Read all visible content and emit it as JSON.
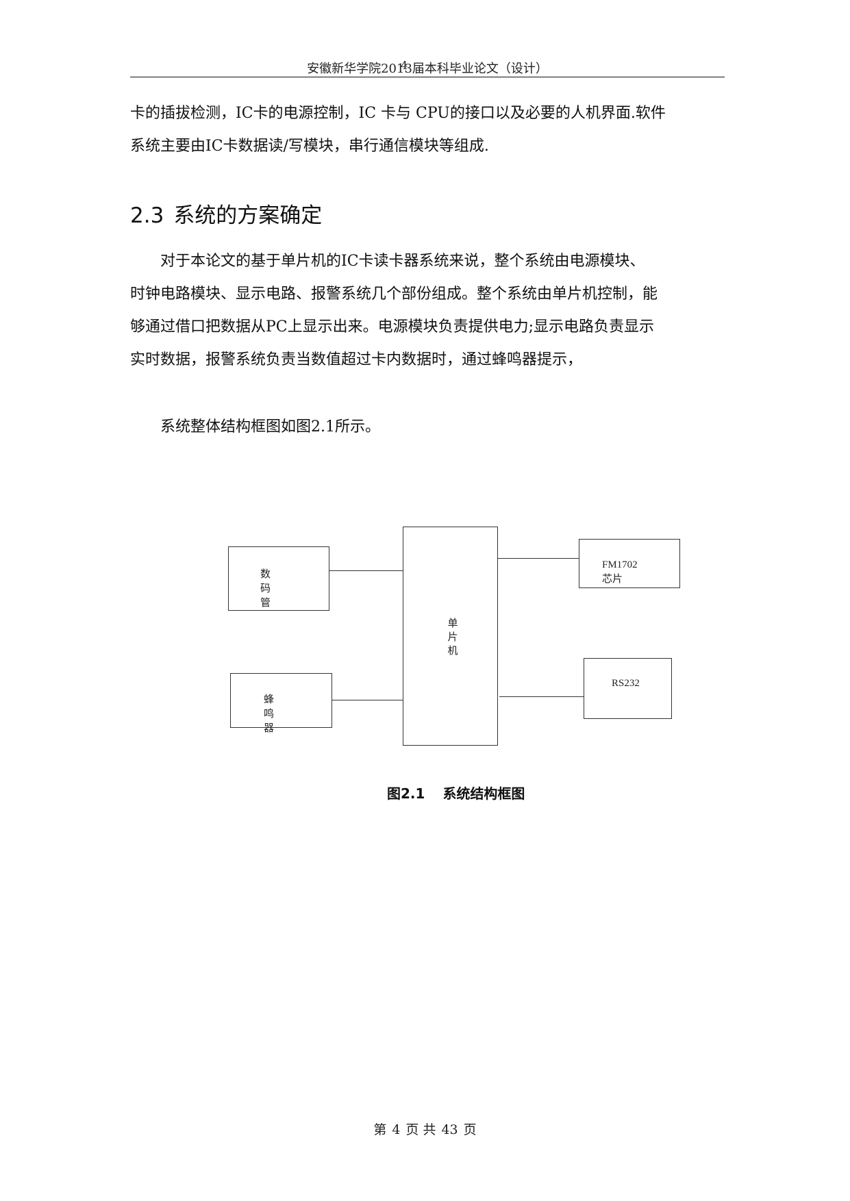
{
  "header": {
    "title": "安徽新华学院2013届本科毕业论文（设计）",
    "page_num": "4"
  },
  "intro_paragraph": {
    "lines": [
      "卡的插拔检测，IC卡的电源控制，IC 卡与 CPU的接口以及必要的人机界面.软件",
      "系统主要由IC卡数据读/写模块，串行通信模块等组成."
    ]
  },
  "section": {
    "number": "2.3",
    "title": "系统的方案确定"
  },
  "body_paragraph": {
    "lines": [
      "　　对于本论文的基于单片机的IC卡读卡器系统来说，整个系统由电源模块、",
      "时钟电路模块、显示电路、报警系统几个部份组成。整个系统由单片机控制，能",
      "够通过借口把数据从PC上显示出来。电源模块负责提供电力;显示电路负责显示",
      "实时数据，报警系统负责当数值超过卡内数据时，通过蜂鸣器提示，"
    ]
  },
  "reference_sentence": "　　系统整体结构框图如图2.1所示。",
  "diagram": {
    "display": "数码管",
    "buzzer": "蜂鸣器",
    "mcu": [
      "单",
      "片",
      "机"
    ],
    "chip": "FM1702芯片",
    "serial": "RS232"
  },
  "caption": {
    "figure": "图2.1",
    "title": "系统结构框图"
  },
  "footer": {
    "prefix": "第",
    "page": "4",
    "middle": "页 共",
    "total": "43",
    "suffix": "页"
  }
}
